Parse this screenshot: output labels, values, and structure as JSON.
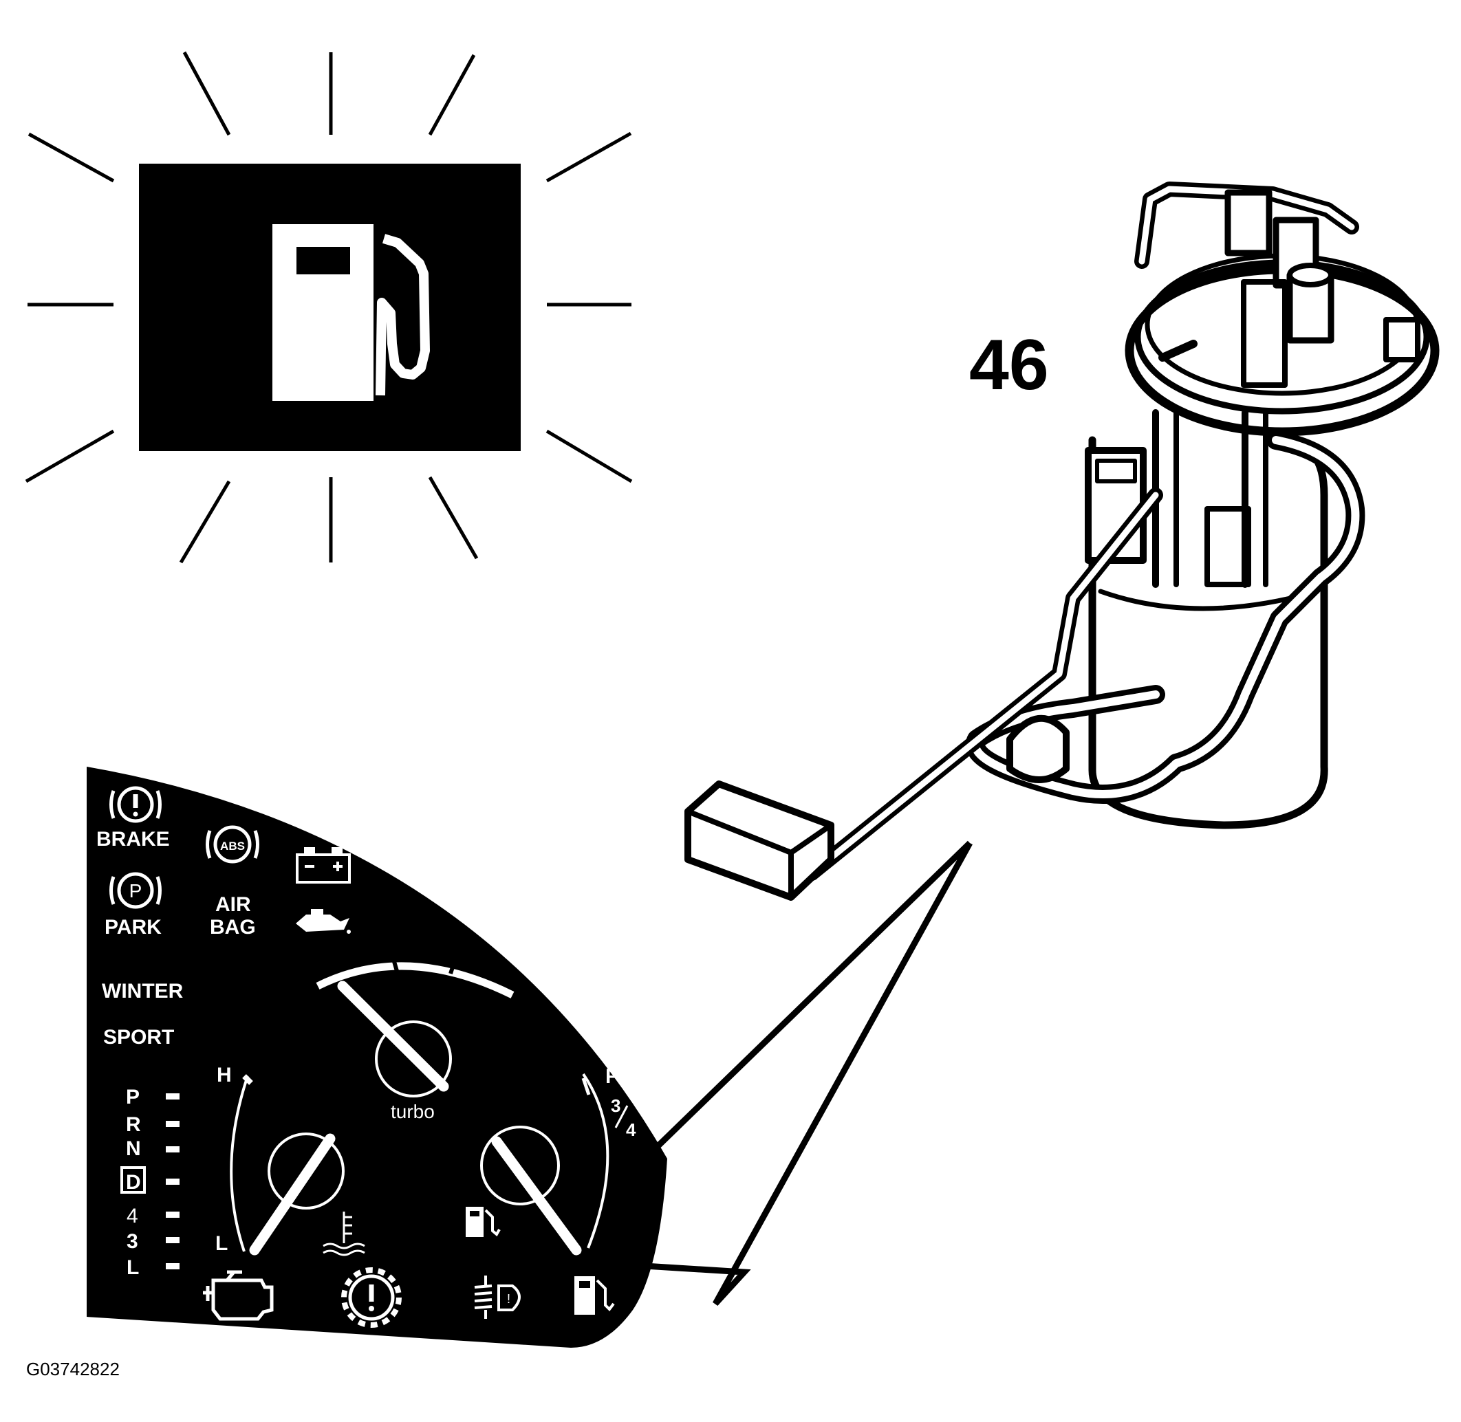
{
  "figure_id": "G03742822",
  "callout_number": "46",
  "colors": {
    "ink": "#000000",
    "paper": "#ffffff"
  },
  "warning_lamp": {
    "icon": "fuel-pump-icon",
    "state": "illuminated"
  },
  "cluster": {
    "brake_label": "BRAKE",
    "park_label": "PARK",
    "abs_label": "ABS",
    "airbag_line1": "AIR",
    "airbag_line2": "BAG",
    "winter_label": "WINTER",
    "sport_label": "SPORT",
    "turbo_label": "turbo",
    "temp_hot_label": "H",
    "temp_low_label": "L",
    "fuel_full_label": "F",
    "fuel_three_quarter_num": "3",
    "fuel_three_quarter_den": "4",
    "gears": [
      "P",
      "R",
      "N",
      "D",
      "4",
      "3",
      "L"
    ],
    "selected_gear": "D",
    "bottom_icons": [
      "check-engine-icon",
      "powertrain-warning-icon",
      "headlamp-leveling-icon",
      "low-fuel-icon"
    ]
  },
  "component": {
    "name_icon": "fuel-pump-module-icon"
  }
}
